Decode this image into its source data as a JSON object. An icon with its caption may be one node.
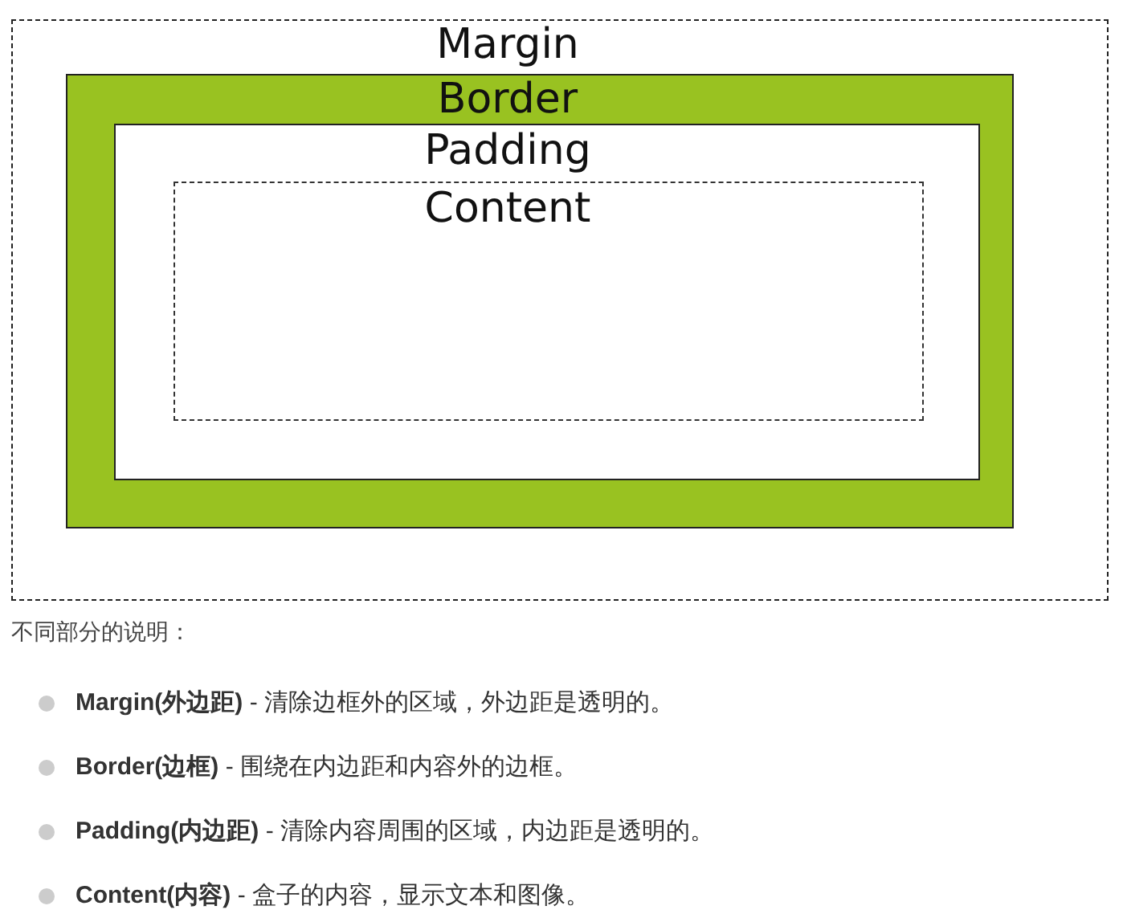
{
  "diagram": {
    "nodes": [
      {
        "text": [
          "Margin"
        ]
      },
      {
        "text": [
          "Border"
        ],
        "in": 0
      },
      {
        "text": [
          "Padding"
        ],
        "in": 1
      },
      {
        "text": [
          "Content"
        ],
        "in": 2
      }
    ],
    "labels": [
      "不同部分的说明：",
      "**Margin(外边距)** - 清除边框外的区域，外边距是透明的。",
      "**Border(边框)** - 围绕在内边距和内容外的边框。",
      "**Padding(内边距)** - 清除内容周围的区域，内边距是透明的。",
      "**Content(内容)** - 盒子的内容，显示文本和图像。"
    ]
  }
}
